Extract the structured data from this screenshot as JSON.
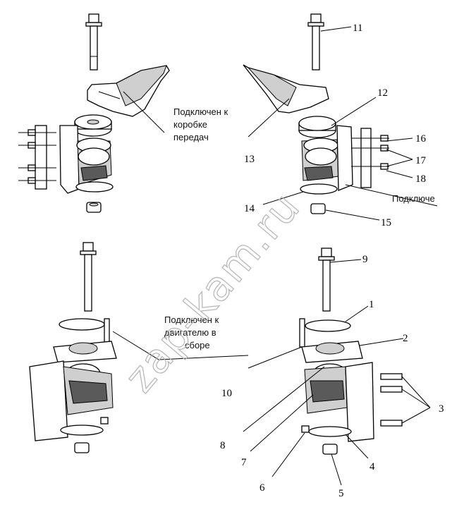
{
  "labels": {
    "gearbox_l1": "Подключен  к",
    "gearbox_l2": "коробке",
    "gearbox_l3": "передач",
    "right_cut": "Подключе",
    "engine_l1": "Подключен к",
    "engine_l2": "двигателю в",
    "engine_l3": "сборе"
  },
  "callouts": [
    "1",
    "2",
    "3",
    "4",
    "5",
    "6",
    "7",
    "8",
    "9",
    "10",
    "11",
    "12",
    "13",
    "14",
    "15",
    "16",
    "17",
    "18"
  ],
  "watermark": "zap-kam.ru"
}
